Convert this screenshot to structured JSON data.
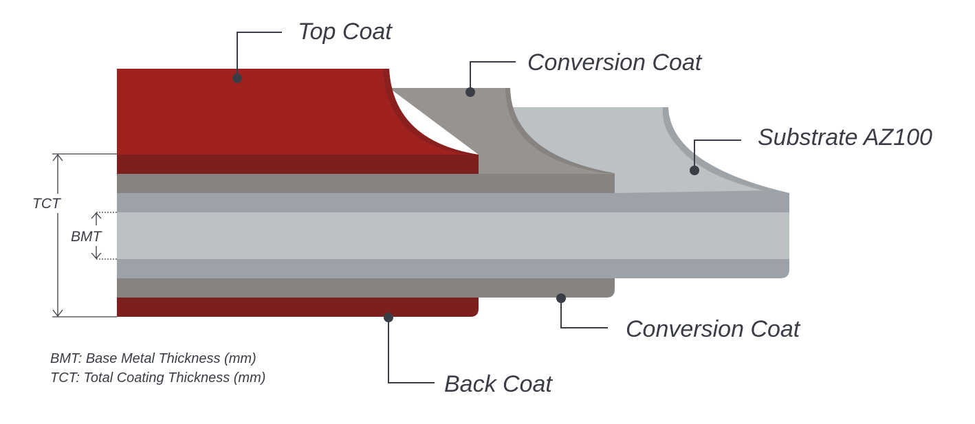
{
  "labels": {
    "top_coat": "Top Coat",
    "conversion_coat_top": "Conversion Coat",
    "substrate": "Substrate AZ100",
    "conversion_coat_bottom": "Conversion Coat",
    "back_coat": "Back Coat"
  },
  "dimensions": {
    "tct": "TCT",
    "bmt": "BMT"
  },
  "legend": {
    "bmt_note": "BMT: Base Metal Thickness (mm)",
    "tct_note": "TCT: Total Coating Thickness (mm)"
  },
  "colors": {
    "top_coat": "#a0221f",
    "top_coat_dark": "#7d1f1c",
    "conversion_coat": "#97938f",
    "conversion_coat_dark": "#878380",
    "substrate_light": "#bcc1c3",
    "substrate_dark": "#9ea3a8",
    "zinc_layer": "#9ca2a7",
    "back_coat": "#7d1f1c",
    "text": "#3a3d45"
  }
}
